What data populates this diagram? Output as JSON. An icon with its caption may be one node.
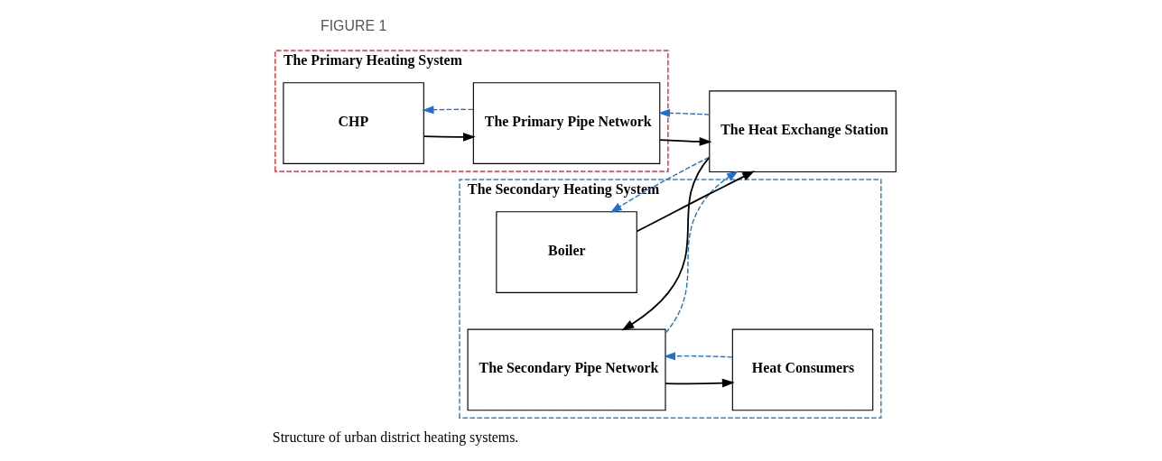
{
  "diagram": {
    "caption": "Structure of urban district heating systems.",
    "nodes": [
      {
        "text": [
          "The Primary Heating System"
        ]
      },
      {
        "text": [
          "CHP"
        ],
        "in": 0
      },
      {
        "text": [
          "The Primary Pipe Network"
        ],
        "in": 0
      },
      {
        "text": [
          "The Heat Exchange Station"
        ]
      },
      {
        "text": [
          "The Secondary Heating System"
        ]
      },
      {
        "text": [
          "The Secondary Pipe Network"
        ],
        "in": 4
      },
      {
        "text": [
          "Heat Consumers"
        ],
        "in": 4
      },
      {
        "text": [
          "Boiler"
        ],
        "in": 4
      }
    ],
    "edges": [
      {
        "from": 1,
        "to": 2,
        "arrow": "to"
      },
      {
        "from": 2,
        "to": 3,
        "arrow": "to"
      },
      {
        "from": 3,
        "to": 5,
        "arrow": "to"
      },
      {
        "from": 5,
        "to": 6,
        "arrow": "to"
      },
      {
        "from": 2,
        "to": 1,
        "arrow": "to",
        "style": "dashed",
        "color": "#1f6fd0"
      },
      {
        "from": 3,
        "to": 2,
        "arrow": "to",
        "style": "dashed",
        "color": "#1f6fd0"
      },
      {
        "from": 5,
        "to": 3,
        "arrow": "to",
        "style": "dashed",
        "color": "#1f6fd0"
      },
      {
        "from": 6,
        "to": 5,
        "arrow": "to",
        "style": "dashed",
        "color": "#1f6fd0"
      },
      {
        "from": 3,
        "to": 7,
        "arrow": "to",
        "style": "dashed",
        "color": "#1f6fd0"
      },
      {
        "from": 7,
        "to": 3,
        "arrow": "to"
      }
    ],
    "labels": [
      "FIGURE 1"
    ]
  }
}
